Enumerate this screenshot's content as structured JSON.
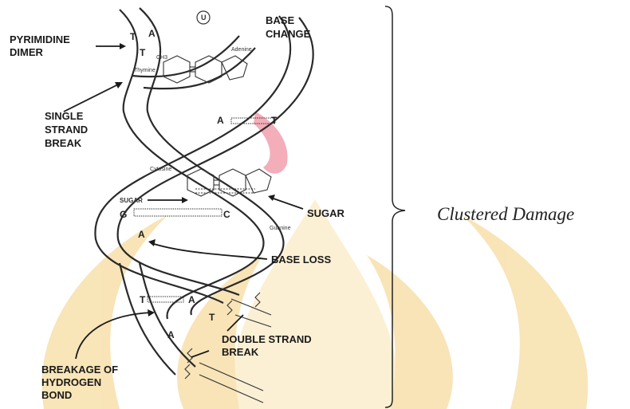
{
  "labels": {
    "pyrimidine_dimer": [
      "PYRIMIDINE",
      "DIMER"
    ],
    "base_change": [
      "BASE",
      "CHANGE"
    ],
    "single_strand_break": [
      "SINGLE",
      "STRAND",
      "BREAK"
    ],
    "sugar_right": "SUGAR",
    "sugar_left": "SUGAR",
    "base_loss": "BASE LOSS",
    "double_strand_break": [
      "DOUBLE STRAND",
      "BREAK"
    ],
    "hydrogen_bond": [
      "BREAKAGE OF",
      "HYDROGEN",
      "BOND"
    ],
    "clustered_damage": "Clustered Damage"
  },
  "molecules": {
    "thymine": "Thymine",
    "adenine": "Adenine",
    "cytosine": "Cytosine",
    "guanine": "Guanine",
    "ch3": "CH3",
    "u": "U"
  },
  "base_letters": {
    "dimer_t1": "T",
    "dimer_a": "A",
    "dimer_t2": "T",
    "pair1_a": "A",
    "pair1_t": "T",
    "pair2_g": "G",
    "pair2_c": "C",
    "loss_a": "A",
    "pair3_t": "T",
    "pair3_a": "A",
    "lower_t": "T",
    "lower_a": "A"
  },
  "colors": {
    "watermark": "#f6dca0",
    "watermark_light": "#fbecc6",
    "red_mark": "#f09aa8",
    "strand": "#2a2a2a"
  }
}
